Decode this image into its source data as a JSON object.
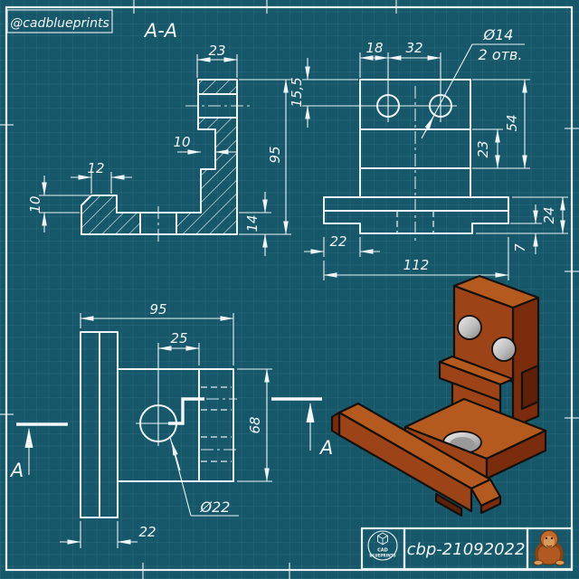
{
  "sheet": {
    "watermark": "@cadblueprints",
    "section_title": "A-A",
    "section_arrow_label": "A"
  },
  "colors": {
    "background": "#16576a",
    "linework": "#eef4f6",
    "part_top": "#b45a1f",
    "part_front": "#9c4418",
    "part_side": "#7a2c0d",
    "metal": "#c9c9c9"
  },
  "section_view": {
    "d_width_top": "23",
    "d_height": "95",
    "d_base_height": "14",
    "d_tab_width": "12",
    "d_tab_height": "10",
    "d_notch": "10"
  },
  "front_view": {
    "d_hole_offset": "18",
    "d_hole_spacing": "32",
    "d_top_to_hole": "15,5",
    "d_plate_height": "54",
    "d_step": "23",
    "d_base_height": "24",
    "d_lip": "7",
    "d_tab": "22",
    "d_length": "112",
    "hole_callout": "Ø14",
    "hole_qty": "2 отв."
  },
  "top_view": {
    "d_width": "95",
    "d_hole_x": "25",
    "d_depth": "68",
    "d_flange": "22",
    "hole_callout": "Ø22"
  },
  "title_block": {
    "logo_line1": "CAD",
    "logo_line2": "BLUEPRINTS",
    "code": "cbp-21092022"
  }
}
